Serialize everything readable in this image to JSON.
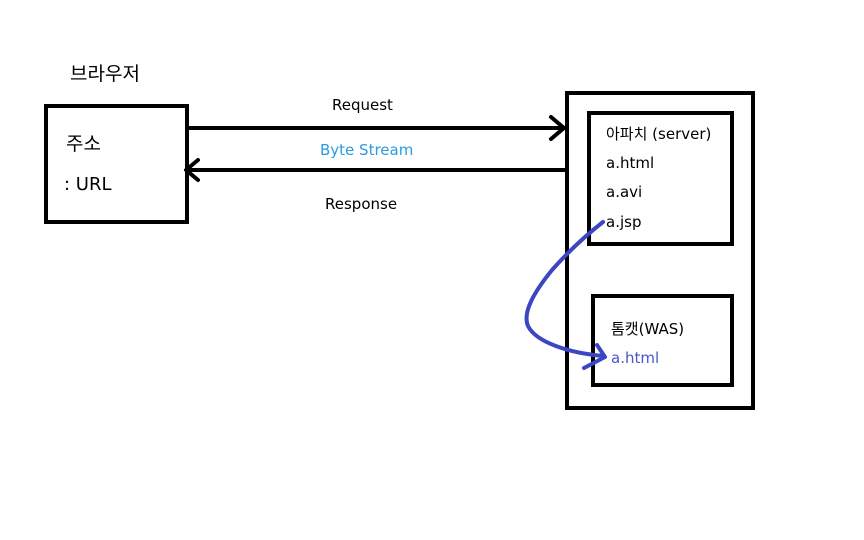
{
  "browser": {
    "title": "브라우저",
    "box_line1": "주소",
    "box_line2": ": URL"
  },
  "arrows": {
    "request_label": "Request",
    "stream_label": "Byte Stream",
    "response_label": "Response"
  },
  "apache": {
    "title": "아파치 (server)",
    "files": [
      "a.html",
      "a.avi",
      "a.jsp"
    ]
  },
  "tomcat": {
    "title": "톰캣(WAS)",
    "file": "a.html"
  },
  "colors": {
    "stream_label": "#2b9be0",
    "forward_line": "#3b46c2",
    "tomcat_file": "#4a55c8"
  }
}
